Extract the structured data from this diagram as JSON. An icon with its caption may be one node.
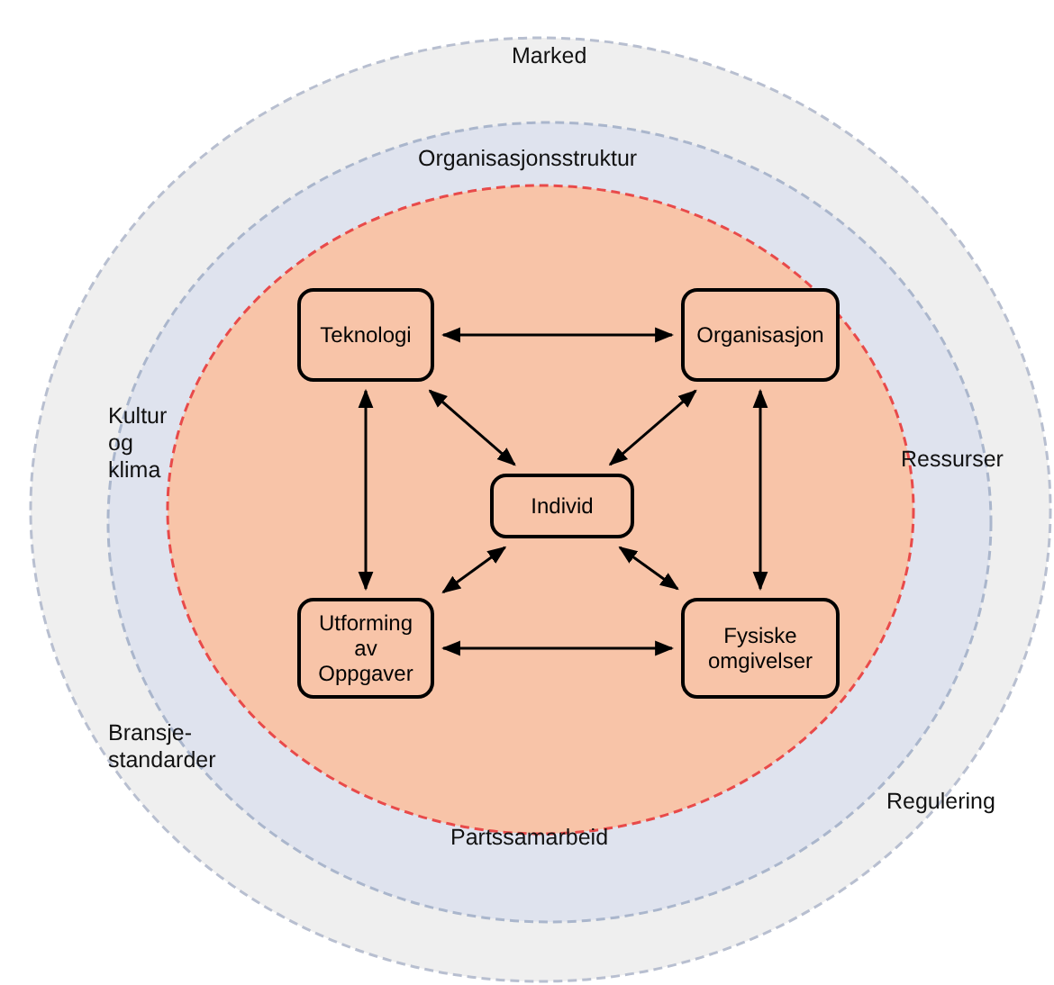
{
  "diagram": {
    "nodes": [
      {
        "text": [
          "Teknologi"
        ]
      },
      {
        "text": [
          "Organisasjon"
        ]
      },
      {
        "text": [
          "Individ"
        ]
      },
      {
        "text": [
          "Utforming av Oppgaver"
        ]
      },
      {
        "text": [
          "Fysiske omgivelser"
        ]
      }
    ],
    "edges": [
      {
        "from": 0,
        "to": 1,
        "arrow": "both"
      },
      {
        "from": 0,
        "to": 2,
        "arrow": "both"
      },
      {
        "from": 1,
        "to": 2,
        "arrow": "both"
      },
      {
        "from": 0,
        "to": 3,
        "arrow": "both"
      },
      {
        "from": 1,
        "to": 4,
        "arrow": "both"
      },
      {
        "from": 3,
        "to": 2,
        "arrow": "both"
      },
      {
        "from": 4,
        "to": 2,
        "arrow": "both"
      },
      {
        "from": 3,
        "to": 4,
        "arrow": "both"
      }
    ],
    "labels": [
      "Marked",
      "Organisasjonsstruktur",
      "Kultur og klima",
      "Ressurser",
      "Bransje- standarder",
      "Regulering",
      "Partssamarbeid"
    ]
  }
}
